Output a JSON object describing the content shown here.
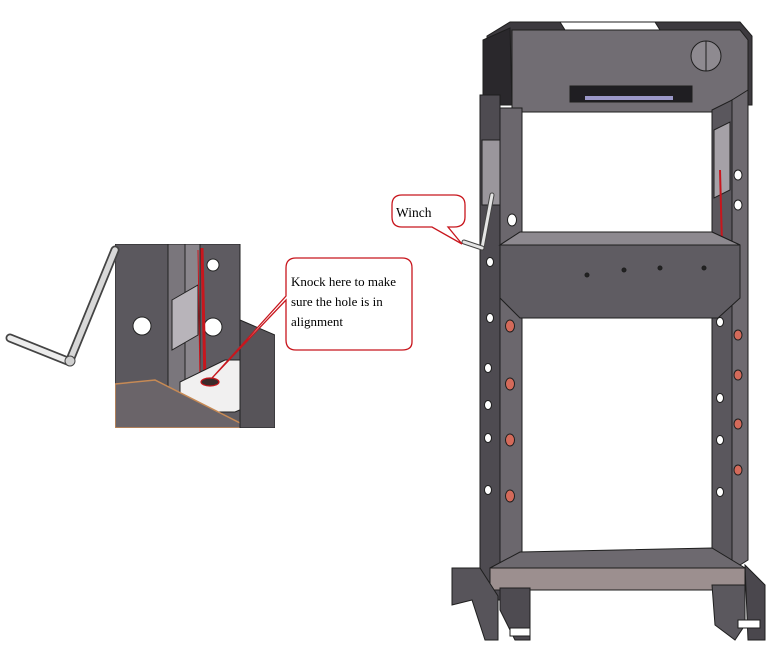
{
  "callouts": {
    "winch": "Winch",
    "knock_line1": "Knock here to make",
    "knock_line2": "sure the hole is in",
    "knock_line3": "alignment"
  },
  "colors": {
    "frame_dark": "#555258",
    "frame_mid": "#6e6a70",
    "frame_light": "#8d898f",
    "callout_border": "#c8161d",
    "leader_red": "#c8161d",
    "hole_highlight": "#d46a5a",
    "base_bar": "#9c8f8f"
  }
}
